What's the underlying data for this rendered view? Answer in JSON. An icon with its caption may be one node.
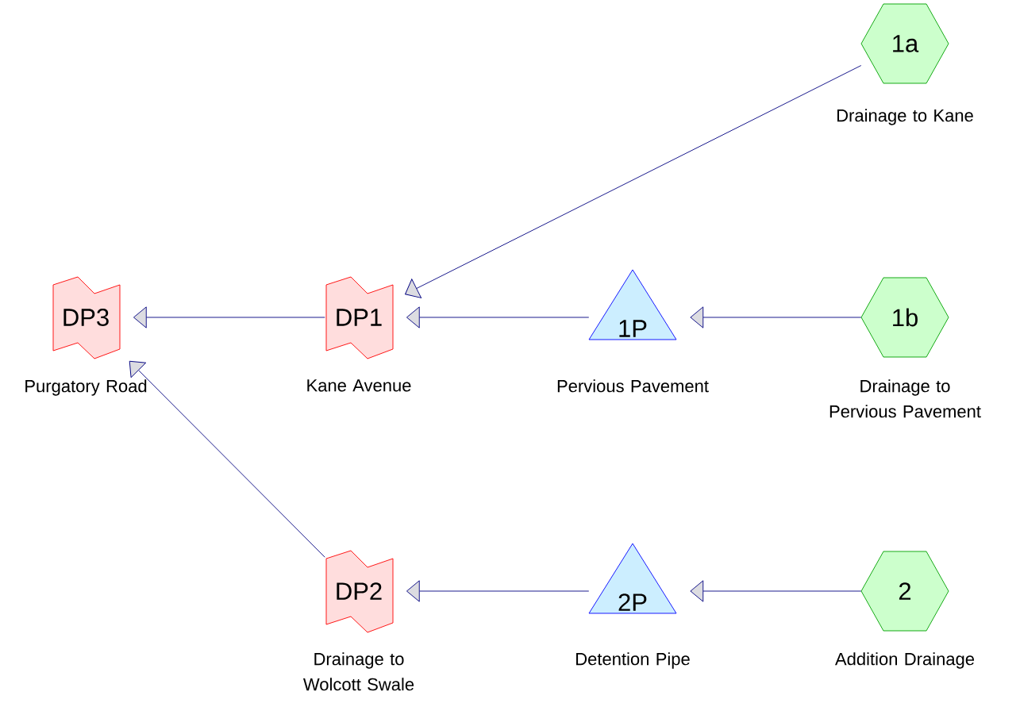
{
  "diagram": {
    "nodes": [
      {
        "text": [
          "1a"
        ],
        "beside": [
          "Drainage to Kane"
        ]
      },
      {
        "text": [
          "DP3"
        ],
        "beside": [
          "Purgatory Road"
        ]
      },
      {
        "text": [
          "DP1"
        ],
        "beside": [
          "Kane Avenue"
        ]
      },
      {
        "text": [
          "1P"
        ],
        "beside": [
          "Pervious Pavement"
        ]
      },
      {
        "text": [
          "1b"
        ],
        "beside": [
          "Drainage to Pervious Pavement"
        ]
      },
      {
        "text": [
          "DP2"
        ],
        "beside": [
          "Drainage to Wolcott Swale"
        ]
      },
      {
        "text": [
          "2P"
        ],
        "beside": [
          "Detention Pipe"
        ]
      },
      {
        "text": [
          "2"
        ],
        "beside": [
          "Addition Drainage"
        ]
      }
    ],
    "edges": [
      {
        "from": 0,
        "to": 2,
        "arrow": "to"
      },
      {
        "from": 4,
        "to": 3,
        "arrow": "to"
      },
      {
        "from": 3,
        "to": 2,
        "arrow": "to"
      },
      {
        "from": 2,
        "to": 1,
        "arrow": "to"
      },
      {
        "from": 5,
        "to": 1,
        "arrow": "to"
      },
      {
        "from": 7,
        "to": 6,
        "arrow": "to"
      },
      {
        "from": 6,
        "to": 5,
        "arrow": "to"
      }
    ]
  }
}
